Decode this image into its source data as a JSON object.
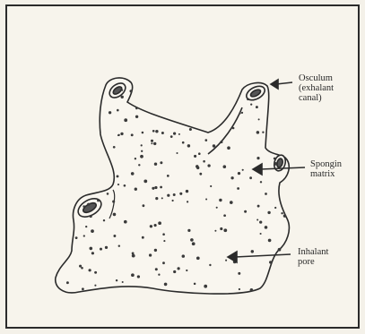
{
  "diagram": {
    "labels": {
      "osculum": [
        "Osculum",
        "(exhalant",
        "canal)"
      ],
      "spongin": [
        "Spongin",
        "matrix"
      ],
      "inhalant": [
        "Inhalant",
        "pore"
      ]
    },
    "colors": {
      "ink": "#2b2b2b",
      "paper": "#f7f4ec"
    }
  }
}
